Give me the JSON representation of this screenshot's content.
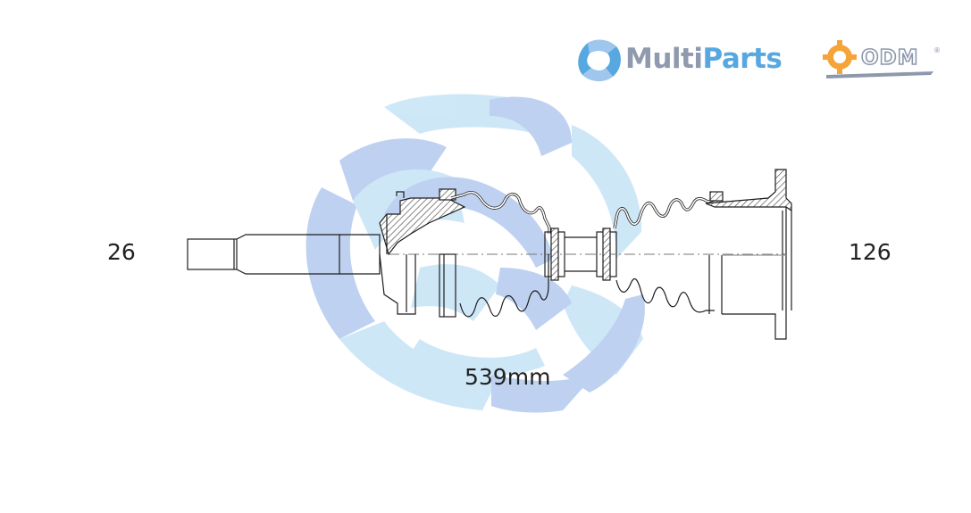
{
  "labels": {
    "left_spline": "26",
    "right_spline": "126",
    "length": "539mm"
  },
  "brand": {
    "multi": "Multi",
    "parts": "Parts",
    "odm": "ODM",
    "odm_mark": "®"
  },
  "colors": {
    "watermark_light": "#c9e5f7",
    "watermark_mid": "#b8cdef",
    "line": "#1e1e1e",
    "hatch_fill": "#bcbcbc",
    "logo_blue": "#57a8e0",
    "logo_grey": "#8f9aae",
    "odm_orange": "#f5a43a"
  }
}
